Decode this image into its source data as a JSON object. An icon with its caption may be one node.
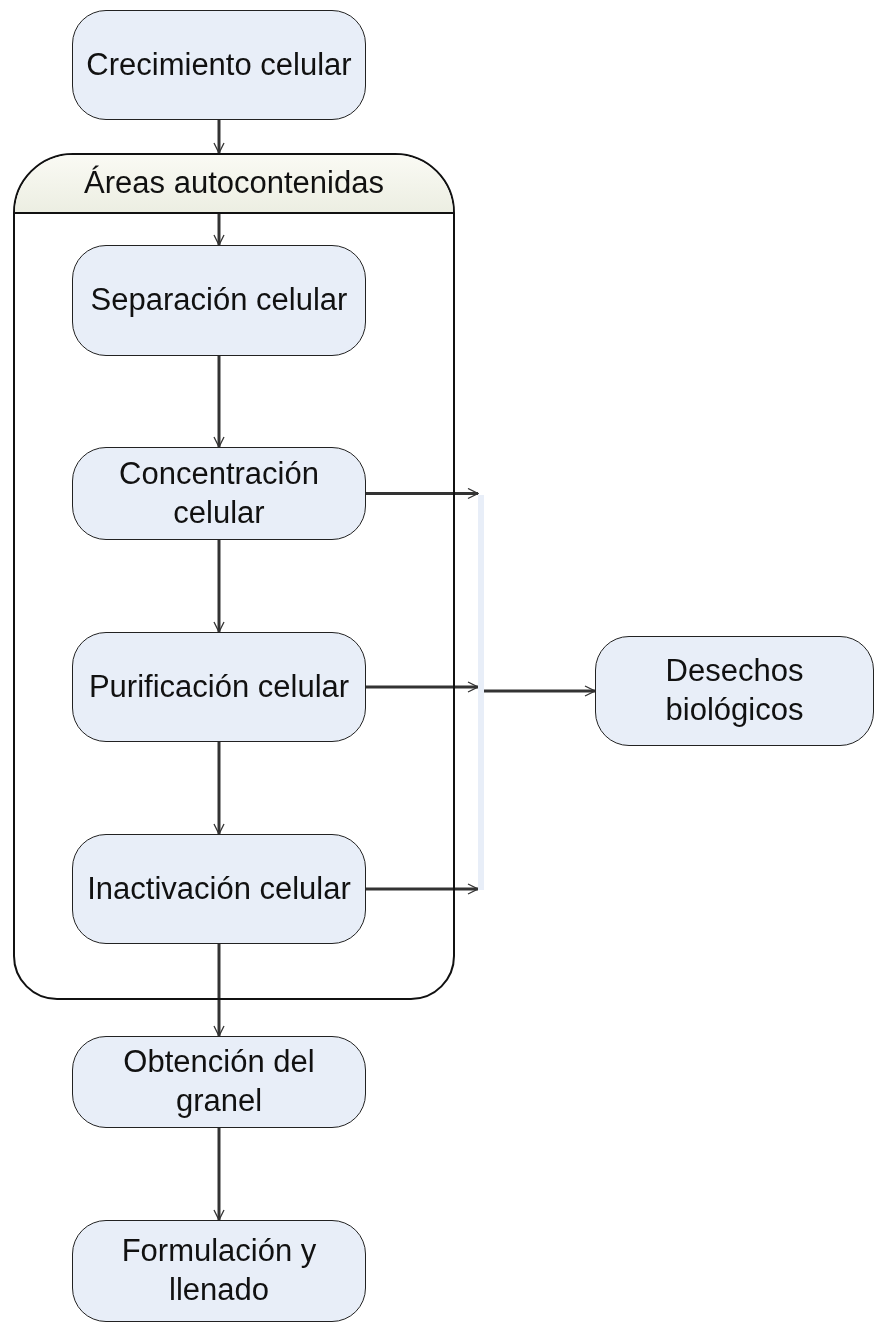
{
  "diagram": {
    "nodes": [
      {
        "text": [
          "Crecimiento celular"
        ]
      },
      {
        "text": [
          "Áreas autocontenidas"
        ]
      },
      {
        "text": [
          "Separación celular"
        ],
        "in": 1
      },
      {
        "text": [
          "Concentración celular"
        ],
        "in": 1
      },
      {
        "text": [
          "Purificación celular"
        ],
        "in": 1
      },
      {
        "text": [
          "Inactivación celular"
        ],
        "in": 1
      },
      {
        "text": [],
        "shape": "bar"
      },
      {
        "text": [
          "Desechos biológicos"
        ]
      },
      {
        "text": [
          "Obtención del granel"
        ]
      },
      {
        "text": [
          "Formulación y llenado"
        ]
      }
    ],
    "edges": [
      {
        "from": 0,
        "to": 1,
        "arrow": "to"
      },
      {
        "from": null,
        "to": 2,
        "arrow": "to"
      },
      {
        "from": 2,
        "to": 3,
        "arrow": "to"
      },
      {
        "from": 3,
        "to": 4,
        "arrow": "to"
      },
      {
        "from": 4,
        "to": 5,
        "arrow": "to"
      },
      {
        "from": 3,
        "to": 6,
        "arrow": "to"
      },
      {
        "from": 4,
        "to": 6,
        "arrow": "to"
      },
      {
        "from": 5,
        "to": 6,
        "arrow": "to"
      },
      {
        "from": 6,
        "to": 7,
        "arrow": "to"
      },
      {
        "from": 5,
        "to": 8,
        "arrow": "to"
      },
      {
        "from": 8,
        "to": 9,
        "arrow": "to"
      }
    ]
  }
}
